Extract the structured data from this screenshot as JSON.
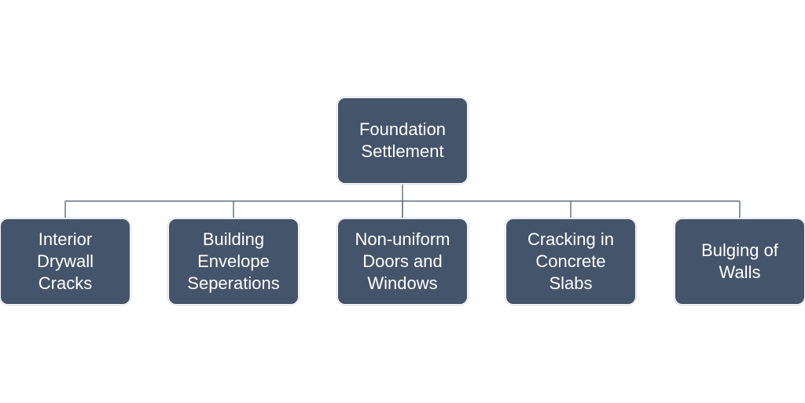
{
  "colors": {
    "box_fill": "#44546a",
    "box_text": "#ffffff",
    "connector": "#44546a",
    "background": "#ffffff"
  },
  "diagram": {
    "root": {
      "label": "Foundation\nSettlement"
    },
    "children": [
      {
        "label": "Interior\nDrywall\nCracks"
      },
      {
        "label": "Building\nEnvelope\nSeperations"
      },
      {
        "label": "Non-uniform\nDoors and\nWindows"
      },
      {
        "label": "Cracking in\nConcrete\nSlabs"
      },
      {
        "label": "Bulging of\nWalls"
      }
    ]
  }
}
